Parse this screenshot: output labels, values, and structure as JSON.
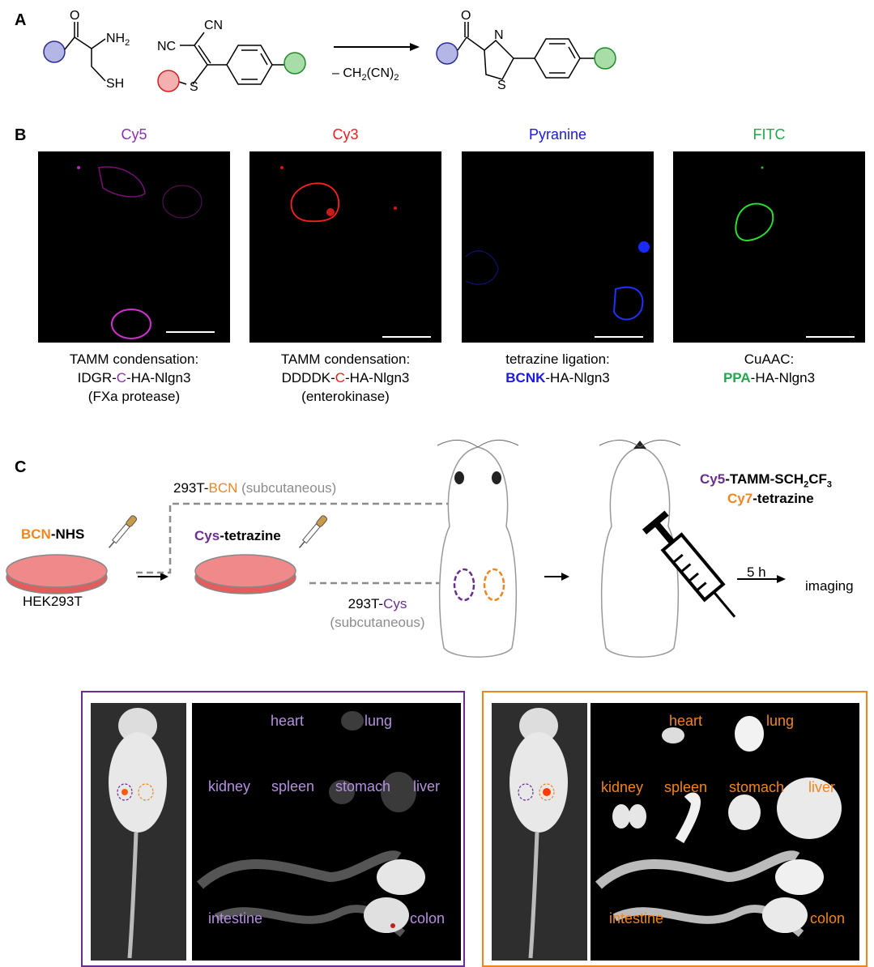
{
  "panels": {
    "a": "A",
    "b": "B",
    "c": "C"
  },
  "scheme_a": {
    "nh2": "NH",
    "nh2_sub": "2",
    "sh": "SH",
    "o": "O",
    "nc": "NC",
    "cn": "CN",
    "s": "S",
    "n": "N",
    "byproduct_prefix": "– CH",
    "byproduct_sub1": "2",
    "byproduct_mid": "(CN)",
    "byproduct_sub2": "2"
  },
  "panel_b": {
    "images": [
      {
        "dye": "Cy5",
        "dye_color": "#8B30B5",
        "line1": "TAMM condensation:",
        "line2_pre": "IDGR-",
        "line2_key": "C",
        "line2_post": "-HA-Nlgn3",
        "key_color": "#8B30B5",
        "line3": "(FXa protease)"
      },
      {
        "dye": "Cy3",
        "dye_color": "#E8201F",
        "line1": "TAMM condensation:",
        "line2_pre": "DDDDK-",
        "line2_key": "C",
        "line2_post": "-HA-Nlgn3",
        "key_color": "#E8201F",
        "line3": "(enterokinase)"
      },
      {
        "dye": "Pyranine",
        "dye_color": "#1A1AE0",
        "line1": "tetrazine ligation:",
        "line2_pre": "",
        "line2_key": "BCNK",
        "line2_post": "-HA-Nlgn3",
        "key_color": "#1A1AE0",
        "line3": ""
      },
      {
        "dye": "FITC",
        "dye_color": "#22A84A",
        "line1": "CuAAC:",
        "line2_pre": "",
        "line2_key": "PPA",
        "line2_post": "-HA-Nlgn3",
        "key_color": "#22A84A",
        "line3": ""
      }
    ]
  },
  "panel_c": {
    "bcn_nhs_key": "BCN",
    "bcn_nhs_rest": "-NHS",
    "cells": "HEK293T",
    "cys_tet_key": "Cys",
    "cys_tet_rest": "-tetrazine",
    "route_bcn_pre": "293T-",
    "route_bcn_key": "BCN",
    "route_bcn_post": "(subcutaneous)",
    "route_cys_pre": "293T-",
    "route_cys_key": "Cys",
    "route_cys_post": "(subcutaneous)",
    "probe1_key": "Cy5",
    "probe1_rest": "-TAMM-SCH",
    "probe1_sub1": "2",
    "probe1_mid": "CF",
    "probe1_sub2": "3",
    "probe2_key": "Cy7",
    "probe2_rest": "-tetrazine",
    "time": "5 h",
    "imaging": "imaging",
    "colors": {
      "bcn": "#F0851E",
      "cys": "#6A2E8E",
      "gray": "#8C8C8C"
    }
  },
  "organ_panels": [
    {
      "label_color": "#B58FE0",
      "frame_color": "#6A2E8E",
      "labels": {
        "heart": "heart",
        "lung": "lung",
        "kidney": "kidney",
        "spleen": "spleen",
        "stomach": "stomach",
        "liver": "liver",
        "intestine": "intestine",
        "colon": "colon"
      }
    },
    {
      "label_color": "#F0851E",
      "frame_color": "#F0851E",
      "labels": {
        "heart": "heart",
        "lung": "lung",
        "kidney": "kidney",
        "spleen": "spleen",
        "stomach": "stomach",
        "liver": "liver",
        "intestine": "intestine",
        "colon": "colon"
      }
    }
  ]
}
